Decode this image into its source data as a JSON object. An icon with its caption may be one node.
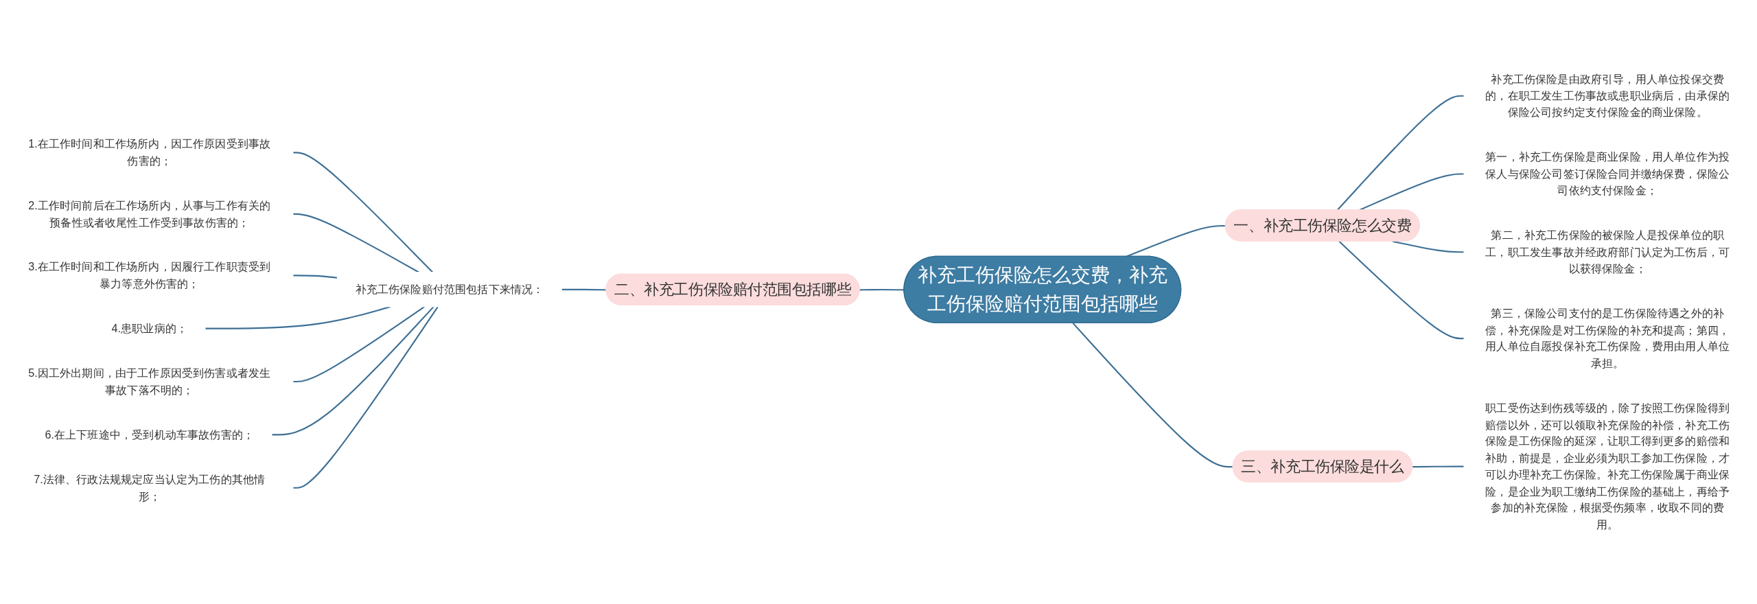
{
  "diagram": {
    "nodes": [
      {
        "text": [
          "补充工伤保险怎么交费，补充工伤保险赔付范围包括哪些"
        ]
      },
      {
        "text": [
          "一、补充工伤保险怎么交费"
        ]
      },
      {
        "text": [
          "补充工伤保险是由政府引导，用人单位投保交费的，在职工发生工伤事故或患职业病后，由承保的保险公司按约定支付保险金的商业保险。"
        ]
      },
      {
        "text": [
          "第一，补充工伤保险是商业保险，用人单位作为投保人与保险公司签订保险合同并缴纳保费，保险公司依约支付保险金；"
        ]
      },
      {
        "text": [
          "第二，补充工伤保险的被保险人是投保单位的职工，职工发生事故并经政府部门认定为工伤后，可以获得保险金；"
        ]
      },
      {
        "text": [
          "第三，保险公司支付的是工伤保险待遇之外的补偿，补充保险是对工伤保险的补充和提高；第四，用人单位自愿投保补充工伤保险，费用由用人单位承担。"
        ]
      },
      {
        "text": [
          "二、补充工伤保险赔付范围包括哪些"
        ]
      },
      {
        "text": [
          "补充工伤保险赔付范围包括下来情况："
        ]
      },
      {
        "text": [
          "1.在工作时间和工作场所内，因工作原因受到事故伤害的；"
        ]
      },
      {
        "text": [
          "2.工作时间前后在工作场所内，从事与工作有关的预备性或者收尾性工作受到事故伤害的；"
        ]
      },
      {
        "text": [
          "3.在工作时间和工作场所内，因履行工作职责受到暴力等意外伤害的；"
        ]
      },
      {
        "text": [
          "4.患职业病的；"
        ]
      },
      {
        "text": [
          "5.因工外出期间，由于工作原因受到伤害或者发生事故下落不明的；"
        ]
      },
      {
        "text": [
          "6.在上下班途中，受到机动车事故伤害的；"
        ]
      },
      {
        "text": [
          "7.法律、行政法规规定应当认定为工伤的其他情形；"
        ]
      },
      {
        "text": [
          "三、补充工伤保险是什么"
        ]
      },
      {
        "text": [
          "职工受伤达到伤残等级的，除了按照工伤保险得到赔偿以外，还可以领取补充保险的补偿，补充工伤保险是工伤保险的延深，让职工得到更多的赔偿和补助，前提是，企业必须为职工参加工伤保险，才可以办理补充工伤保险。补充工伤保险属于商业保险，是企业为职工缴纳工伤保险的基础上，再给予参加的补充保险，根据受伤频率，收取不同的费用。"
        ]
      }
    ],
    "edges": [
      {
        "from": 0,
        "to": 1,
        "arrow": "none"
      },
      {
        "from": 1,
        "to": 2,
        "arrow": "none"
      },
      {
        "from": 1,
        "to": 3,
        "arrow": "none"
      },
      {
        "from": 1,
        "to": 4,
        "arrow": "none"
      },
      {
        "from": 1,
        "to": 5,
        "arrow": "none"
      },
      {
        "from": 8,
        "to": 7,
        "arrow": "none"
      },
      {
        "from": 9,
        "to": 7,
        "arrow": "none"
      },
      {
        "from": 10,
        "to": 7,
        "arrow": "none"
      },
      {
        "from": 11,
        "to": 7,
        "arrow": "none"
      },
      {
        "from": 12,
        "to": 7,
        "arrow": "none"
      },
      {
        "from": 13,
        "to": 7,
        "arrow": "none"
      },
      {
        "from": 14,
        "to": 7,
        "arrow": "none"
      },
      {
        "from": 7,
        "to": 6,
        "arrow": "none"
      },
      {
        "from": 6,
        "to": 0,
        "arrow": "none"
      },
      {
        "from": 0,
        "to": 15,
        "arrow": "none"
      },
      {
        "from": 15,
        "to": 16,
        "arrow": "none"
      }
    ]
  }
}
